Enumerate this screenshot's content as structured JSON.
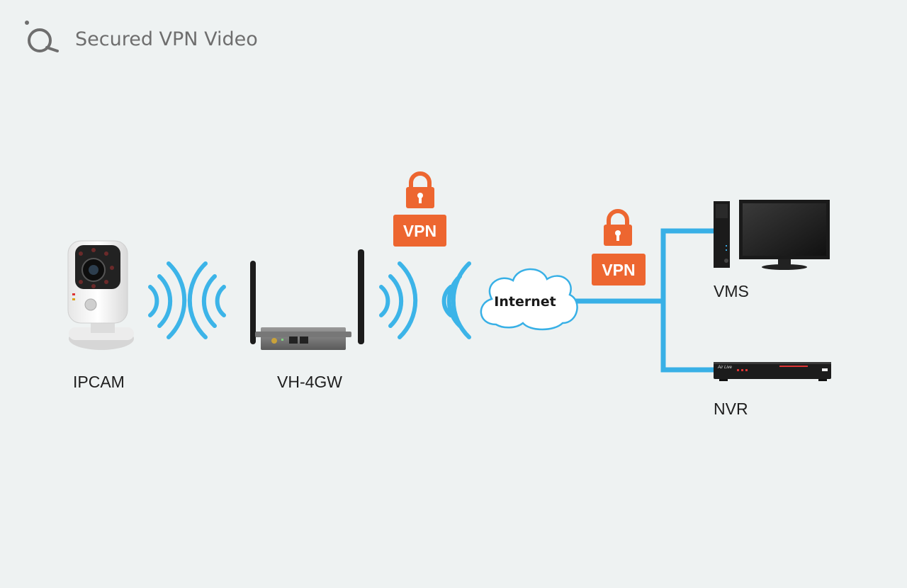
{
  "header": {
    "title": "Secured VPN Video",
    "logo_icon": "ring-logo-icon"
  },
  "nodes": {
    "ipcam": "IPCAM",
    "router": "VH-4GW",
    "internet": "Internet",
    "vms": "VMS",
    "nvr": "NVR"
  },
  "badges": {
    "vpn_left": "VPN",
    "vpn_right": "VPN"
  },
  "device_brand": "Air Live",
  "colors": {
    "vpn_orange": "#ed6630",
    "wifi_blue": "#3cb4e8",
    "link_blue": "#38b0e6",
    "background": "#eef2f2"
  }
}
